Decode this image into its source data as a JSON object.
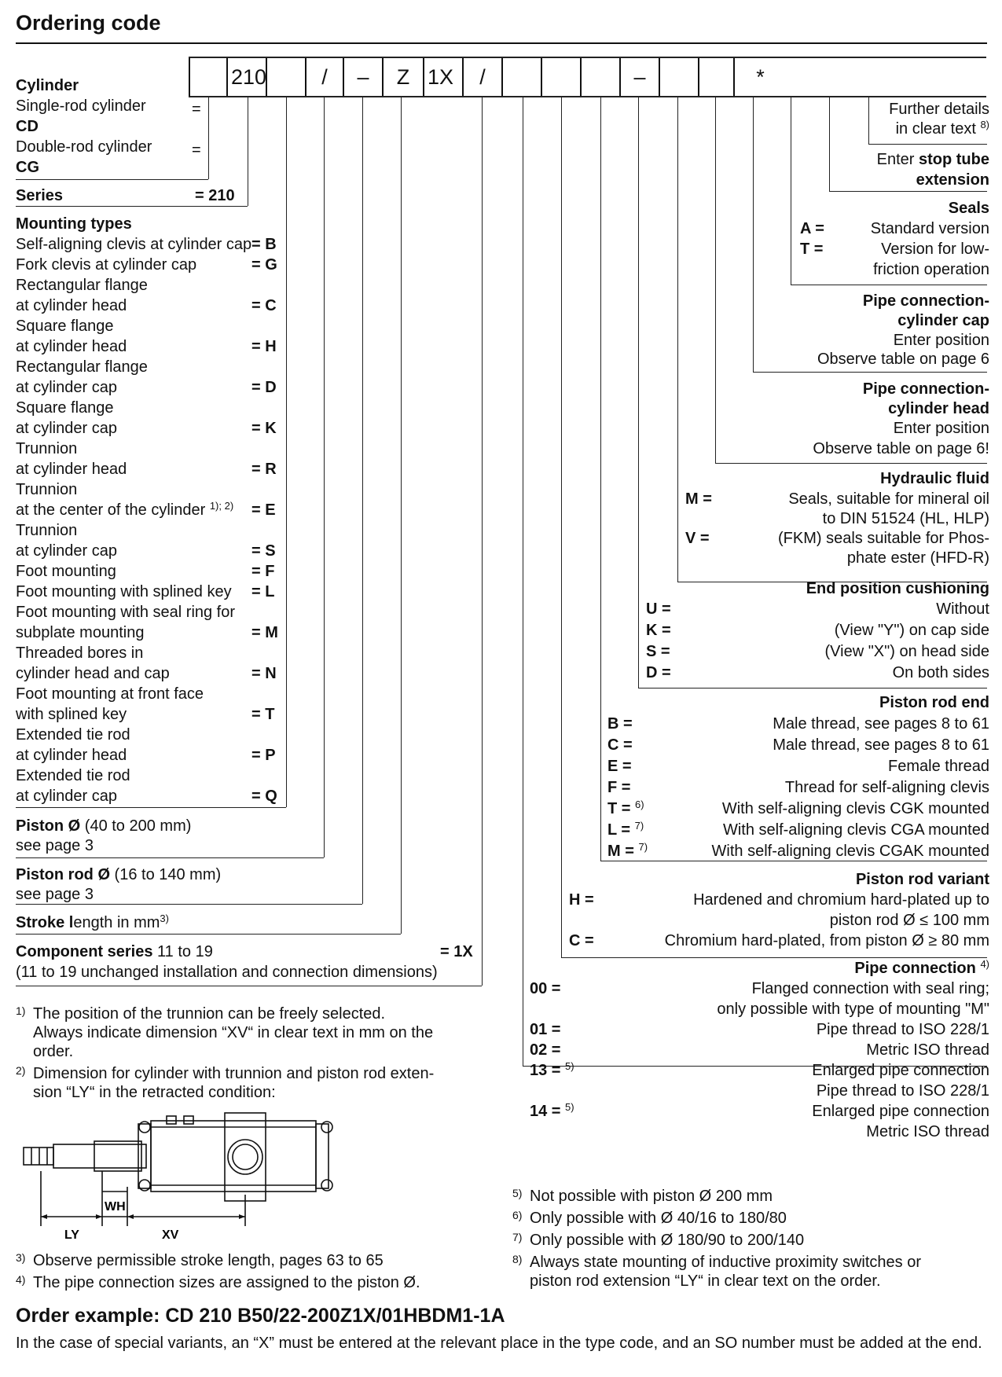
{
  "title": "Ordering code",
  "code_cells": [
    "",
    "210",
    "",
    "/",
    "–",
    "Z",
    "1X",
    "/",
    "",
    "",
    "",
    "–",
    "",
    "",
    "*"
  ],
  "left": {
    "cylinder": {
      "heading": "Cylinder",
      "single_label": "Single-rod cylinder",
      "single_eq": "=",
      "single_code": "CD",
      "double_label": "Double-rod cylinder",
      "double_eq": "=",
      "double_code": "CG"
    },
    "series": {
      "label": "Series",
      "value": "= 210"
    },
    "mounting": {
      "heading": "Mounting types",
      "items": [
        {
          "lines": [
            "Self-aligning clevis at cylinder cap"
          ],
          "code": "= B"
        },
        {
          "lines": [
            "Fork clevis at cylinder cap"
          ],
          "code": "= G"
        },
        {
          "lines": [
            "Rectangular flange",
            "at cylinder head"
          ],
          "code": "= C"
        },
        {
          "lines": [
            "Square flange",
            "at cylinder head"
          ],
          "code": "= H"
        },
        {
          "lines": [
            "Rectangular flange",
            "at cylinder cap"
          ],
          "code": "= D"
        },
        {
          "lines": [
            "Square flange",
            "at cylinder cap"
          ],
          "code": "= K"
        },
        {
          "lines": [
            "Trunnion",
            "at cylinder head"
          ],
          "code": "= R"
        },
        {
          "lines": [
            "Trunnion",
            "at the center of the cylinder"
          ],
          "sup": "1); 2)",
          "code": "= E"
        },
        {
          "lines": [
            "Trunnion",
            "at cylinder cap"
          ],
          "code": "= S"
        },
        {
          "lines": [
            "Foot mounting"
          ],
          "code": "= F"
        },
        {
          "lines": [
            "Foot mounting with splined key"
          ],
          "code": "= L"
        },
        {
          "lines": [
            "Foot mounting with seal ring for",
            "subplate mounting"
          ],
          "code": "= M"
        },
        {
          "lines": [
            "Threaded bores in",
            "cylinder head and cap"
          ],
          "code": "= N"
        },
        {
          "lines": [
            "Foot mounting at front face",
            "with splined key"
          ],
          "code": "= T"
        },
        {
          "lines": [
            "Extended tie rod",
            "at cylinder head"
          ],
          "code": "= P"
        },
        {
          "lines": [
            "Extended tie rod",
            "at cylinder cap"
          ],
          "code": "= Q"
        }
      ]
    },
    "piston": {
      "bold": "Piston Ø",
      "rest": " (40 to 200 mm)",
      "line2": "see page 3"
    },
    "rod": {
      "bold": "Piston rod Ø",
      "rest": " (16 to 140 mm)",
      "line2": "see page 3"
    },
    "stroke": {
      "bold1": "Stroke l",
      "rest": "ength in mm",
      "sup": "3)"
    },
    "component": {
      "bold": "Component series",
      "rest": " 11 to 19",
      "code": "= 1X",
      "line2": "(11 to 19 unchanged installation and connection dimensions)"
    }
  },
  "right": {
    "further": {
      "line1": "Further details",
      "line2": "in clear text",
      "sup": "8)"
    },
    "stop_tube": {
      "pre": "Enter ",
      "bold": "stop tube",
      "line2": "extension"
    },
    "seals": {
      "heading": "Seals",
      "items": [
        {
          "code": "A =",
          "lines": [
            "Standard version"
          ]
        },
        {
          "code": "T =",
          "lines": [
            "Version for low-",
            "friction operation"
          ]
        }
      ]
    },
    "pipe_cap": {
      "heading1": "Pipe connection-",
      "heading2": "cylinder cap",
      "line1": "Enter position",
      "line2": "Observe table on page 6"
    },
    "pipe_head": {
      "heading1": "Pipe connection-",
      "heading2": "cylinder head",
      "line1": "Enter position",
      "line2": "Observe table on page 6!"
    },
    "fluid": {
      "heading": "Hydraulic fluid",
      "items": [
        {
          "code": "M =",
          "lines": [
            "Seals, suitable for mineral oil",
            "to DIN 51524 (HL, HLP)"
          ]
        },
        {
          "code": "V =",
          "lines": [
            "(FKM) seals suitable for Phos-",
            "phate ester (HFD-R)"
          ]
        }
      ]
    },
    "cushion": {
      "heading": "End position cushioning",
      "items": [
        {
          "code": "U =",
          "text": "Without"
        },
        {
          "code": "K =",
          "text": "(View \"Y\") on cap side"
        },
        {
          "code": "S =",
          "text": "(View \"X\") on head side"
        },
        {
          "code": "D =",
          "text": "On both sides"
        }
      ]
    },
    "rod_end": {
      "heading": "Piston rod end",
      "items": [
        {
          "code": "B =",
          "sup": "",
          "text": "Male thread, see pages 8 to 61"
        },
        {
          "code": "C =",
          "sup": "",
          "text": "Male thread, see pages 8 to 61"
        },
        {
          "code": "E =",
          "sup": "",
          "text": "Female thread"
        },
        {
          "code": "F =",
          "sup": "",
          "text": "Thread for self-aligning clevis"
        },
        {
          "code": "T =",
          "sup": "6)",
          "text": "With self-aligning clevis CGK mounted"
        },
        {
          "code": "L =",
          "sup": "7)",
          "text": "With self-aligning clevis CGA mounted"
        },
        {
          "code": "M =",
          "sup": "7)",
          "text": "With self-aligning clevis CGAK mounted"
        }
      ]
    },
    "rod_variant": {
      "heading": "Piston rod variant",
      "items": [
        {
          "code": "H =",
          "lines": [
            "Hardened and chromium hard-plated up to",
            "piston rod Ø ≤ 100 mm"
          ]
        },
        {
          "code": "C =",
          "lines": [
            "Chromium hard-plated, from piston Ø ≥ 80 mm"
          ]
        }
      ]
    },
    "pipe_conn": {
      "heading": "Pipe connection",
      "heading_sup": "4)",
      "items": [
        {
          "code": "00 =",
          "sup": "",
          "lines": [
            "Flanged connection with seal ring;",
            "only possible with type of mounting \"M\""
          ]
        },
        {
          "code": "01 =",
          "sup": "",
          "lines": [
            "Pipe thread to ISO 228/1"
          ]
        },
        {
          "code": "02 =",
          "sup": "",
          "lines": [
            "Metric ISO thread"
          ]
        },
        {
          "code": "13 =",
          "sup": "5)",
          "lines": [
            "Enlarged pipe connection",
            "Pipe thread to ISO 228/1"
          ]
        },
        {
          "code": "14 =",
          "sup": "5)",
          "lines": [
            "Enlarged pipe connection",
            "Metric ISO thread"
          ]
        }
      ]
    }
  },
  "footnotes_left": [
    {
      "num": "1)",
      "lines": [
        "The position of the trunnion can be freely selected.",
        "Always indicate dimension “XV“ in clear text in mm on the",
        "order."
      ]
    },
    {
      "num": "2)",
      "lines": [
        "Dimension for cylinder with trunnion and piston rod exten-",
        "sion “LY“ in the retracted condition:"
      ]
    }
  ],
  "footnotes_left2": [
    {
      "num": "3)",
      "lines": [
        "Observe permissible stroke length, pages 63 to 65"
      ]
    },
    {
      "num": "4)",
      "lines": [
        "The pipe connection sizes are assigned to the piston Ø."
      ]
    }
  ],
  "footnotes_right": [
    {
      "num": "5)",
      "lines": [
        "Not possible with piston Ø 200 mm"
      ]
    },
    {
      "num": "6)",
      "lines": [
        "Only possible with Ø 40/16 to 180/80"
      ]
    },
    {
      "num": "7)",
      "lines": [
        "Only possible with Ø 180/90 to 200/140"
      ]
    },
    {
      "num": "8)",
      "lines": [
        "Always state mounting of inductive proximity switches or",
        "piston rod extension “LY“ in clear text on the order."
      ]
    }
  ],
  "drawing": {
    "labels": {
      "wh": "WH",
      "ly": "LY",
      "xv": "XV"
    }
  },
  "example": {
    "title": "Order example: CD 210 B50/22-200Z1X/01HBDM1-1A",
    "note": "In the case of special variants, an “X” must be entered at the relevant place in the type code, and an SO number must be added at the end."
  }
}
